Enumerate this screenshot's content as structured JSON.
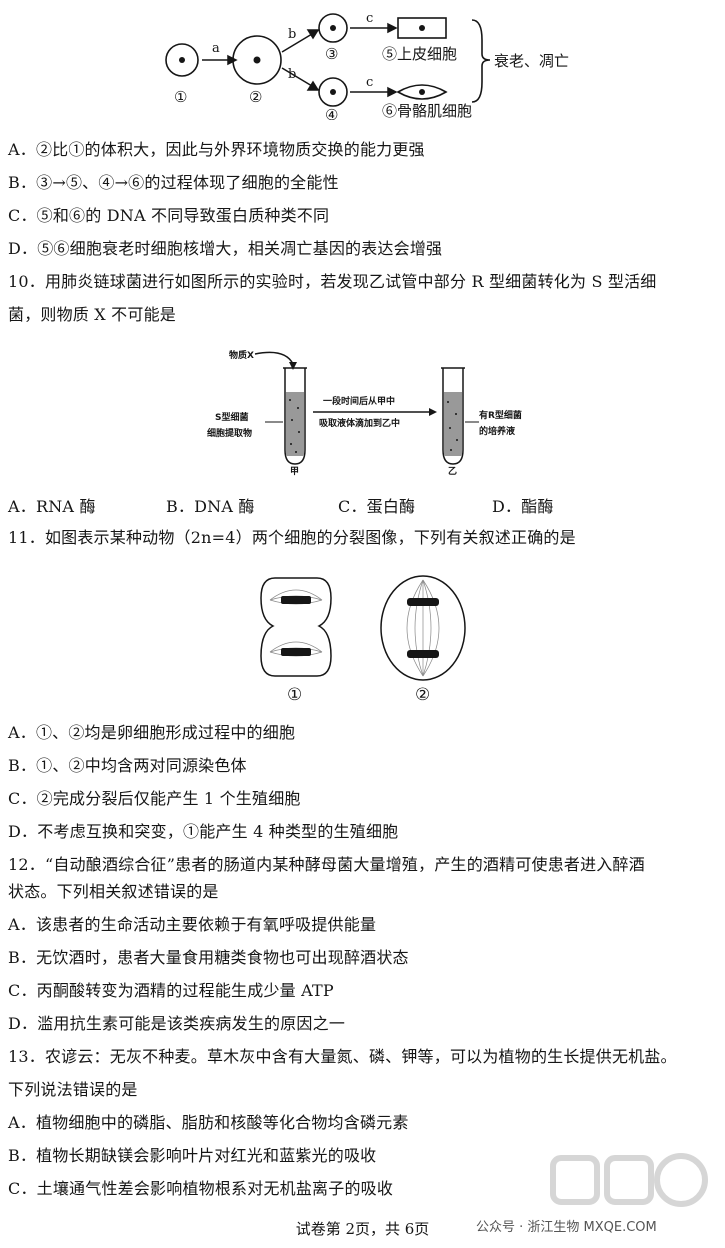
{
  "fig9": {
    "cell_labels": [
      "①",
      "②",
      "③",
      "④"
    ],
    "arrows": [
      "a",
      "b",
      "b",
      "c",
      "c"
    ],
    "result_5": "⑤上皮细胞",
    "result_6": "⑥骨骼肌细胞",
    "bracket_label": "衰老、凋亡"
  },
  "q9_options": [
    "A．②比①的体积大，因此与外界环境物质交换的能力更强",
    "B．③→⑤、④→⑥的过程体现了细胞的全能性",
    "C．⑤和⑥的 DNA 不同导致蛋白质种类不同",
    "D．⑤⑥细胞衰老时细胞核增大，相关凋亡基因的表达会增强"
  ],
  "q10": {
    "stem_line1": "10．用肺炎链球菌进行如图所示的实验时，若发现乙试管中部分 R 型细菌转化为 S 型活细",
    "stem_line2": "菌，则物质 X 不可能是",
    "fig": {
      "substance": "物质X",
      "left_label_1": "S型细菌",
      "left_label_2": "细胞提取物",
      "arrow_label_1": "一段时间后从甲中",
      "arrow_label_2": "吸取液体滴加到乙中",
      "right_label_1": "有R型细菌",
      "right_label_2": "的培养液",
      "tube_a": "甲",
      "tube_b": "乙"
    },
    "options": [
      "A．RNA 酶",
      "B．DNA 酶",
      "C．蛋白酶",
      "D．酯酶"
    ]
  },
  "q11": {
    "stem": "11．如图表示某种动物（2n=4）两个细胞的分裂图像，下列有关叙述正确的是",
    "fig_labels": [
      "①",
      "②"
    ],
    "options": [
      "A．①、②均是卵细胞形成过程中的细胞",
      "B．①、②中均含两对同源染色体",
      "C．②完成分裂后仅能产生 1 个生殖细胞",
      "D．不考虑互换和突变，①能产生 4 种类型的生殖细胞"
    ]
  },
  "q12": {
    "stem_line1": "12．“自动酿酒综合征”患者的肠道内某种酵母菌大量增殖，产生的酒精可使患者进入醉酒",
    "stem_line2": "状态。下列相关叙述错误的是",
    "options": [
      "A．该患者的生命活动主要依赖于有氧呼吸提供能量",
      "B．无饮酒时，患者大量食用糖类食物也可出现醉酒状态",
      "C．丙酮酸转变为酒精的过程能生成少量 ATP",
      "D．滥用抗生素可能是该类疾病发生的原因之一"
    ]
  },
  "q13": {
    "stem_line1": "13．农谚云：无灰不种麦。草木灰中含有大量氮、磷、钾等，可以为植物的生长提供无机盐。",
    "stem_line2": "下列说法错误的是",
    "options": [
      "A．植物细胞中的磷脂、脂肪和核酸等化合物均含磷元素",
      "B．植物长期缺镁会影响叶片对红光和蓝紫光的吸收",
      "C．土壤通气性差会影响植物根系对无机盐离子的吸收"
    ]
  },
  "footer": "试卷第 2页，共 6页",
  "watermark": "公众号 · 浙江生物 MXQE.COM"
}
